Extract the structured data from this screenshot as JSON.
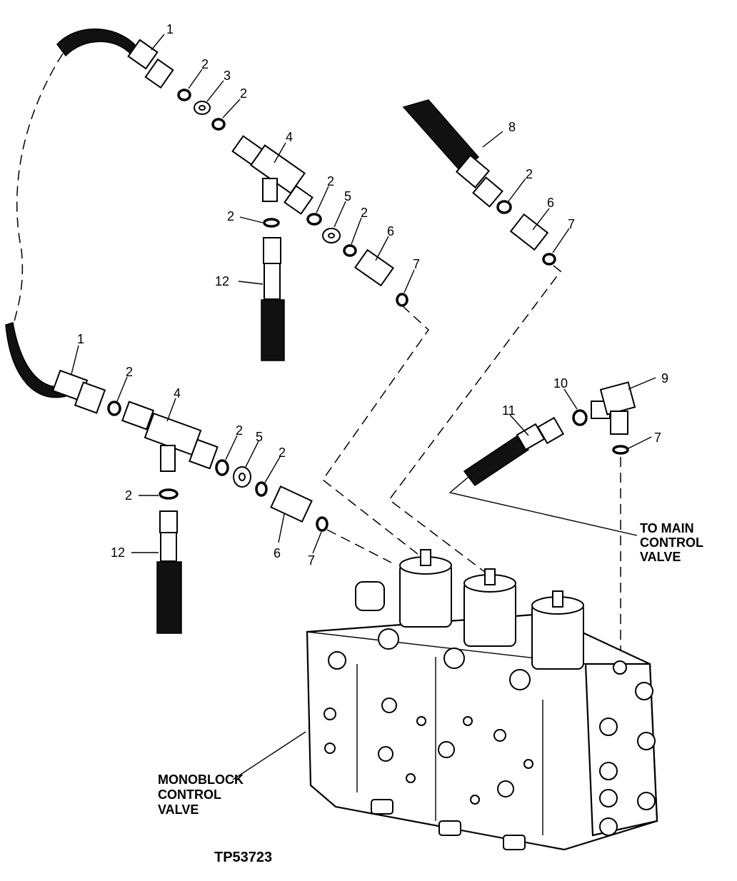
{
  "figure_id": "TP53723",
  "labels": {
    "monoblock": [
      "MONOBLOCK",
      "CONTROL",
      "VALVE"
    ],
    "main_valve": [
      "TO MAIN",
      "CONTROL",
      "VALVE"
    ]
  },
  "callouts": {
    "c1a": "1",
    "c2a": "2",
    "c3": "3",
    "c2b": "2",
    "c4a": "4",
    "c2c": "2",
    "c2d": "2",
    "c5a": "5",
    "c2e": "2",
    "c6a": "6",
    "c7a": "7",
    "c12a": "12",
    "c8": "8",
    "c2f": "2",
    "c6b": "6",
    "c7b": "7",
    "c1b": "1",
    "c2g": "2",
    "c4b": "4",
    "c2h": "2",
    "c5b": "5",
    "c2i": "2",
    "c2j": "2",
    "c12b": "12",
    "c6c": "6",
    "c7c": "7",
    "c11": "11",
    "c10": "10",
    "c9": "9",
    "c7d": "7"
  },
  "icons": [
    "hose",
    "o-ring",
    "fitting",
    "tee",
    "elbow",
    "solenoid",
    "control-valve-block"
  ]
}
